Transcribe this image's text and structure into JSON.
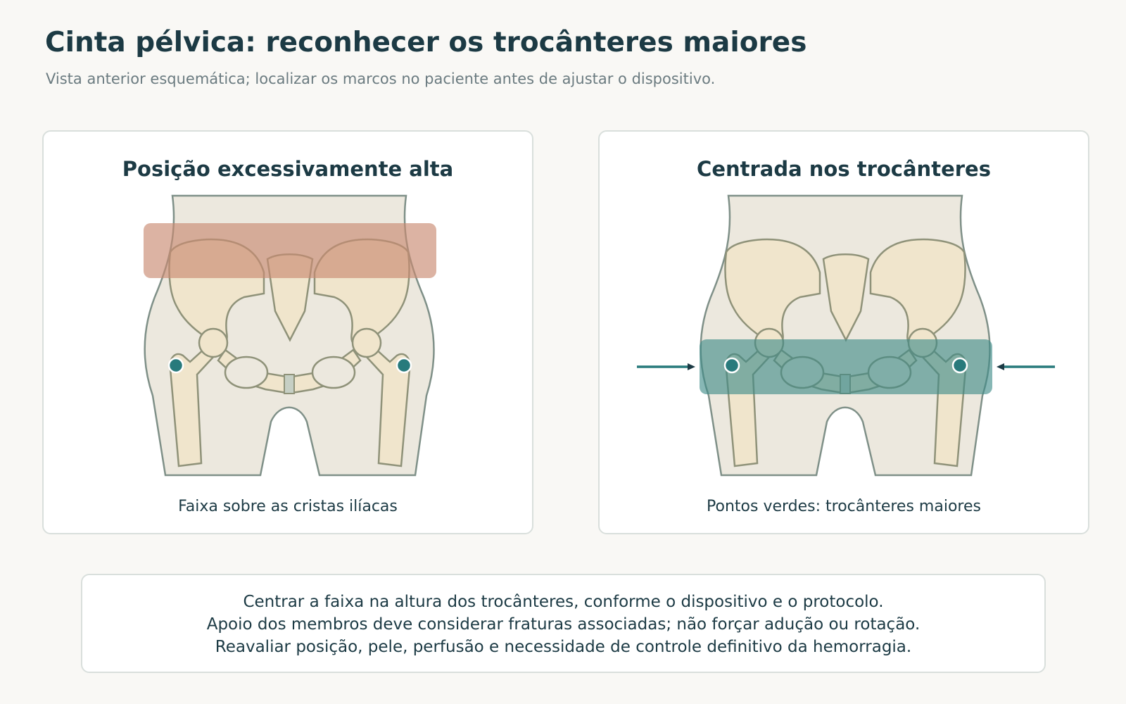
{
  "header": {
    "title": "Cinta pélvica: reconhecer os trocânteres maiores",
    "subtitle": "Vista anterior esquemática; localizar os marcos no paciente antes de ajustar o dispositivo."
  },
  "panels": [
    {
      "title": "Posição excessivamente alta",
      "caption": "Faixa sobre as cristas ilíacas",
      "binder_position": "iliac-crests",
      "binder_color": "#c98a72"
    },
    {
      "title": "Centrada nos trocânteres",
      "caption": "Pontos verdes: trocânteres maiores",
      "binder_position": "greater-trochanters",
      "binder_color": "#3e8a87"
    }
  ],
  "notes": [
    "Centrar a faixa na altura dos trocânteres, conforme o dispositivo e o protocolo.",
    "Apoio dos membros deve considerar fraturas associadas; não forçar adução ou rotação.",
    "Reavaliar posição, pele, perfusão e necessidade de controle definitivo da hemorragia."
  ],
  "colors": {
    "body": "#ece8de",
    "bone": "#f0e5cc",
    "outline": "#7f9088",
    "trochanter_marker": "#287a7c",
    "arrow": "#287a7c"
  },
  "icons": {
    "trochanter_marker": "circle-marker-icon",
    "compression_arrow": "arrow-right-icon"
  }
}
